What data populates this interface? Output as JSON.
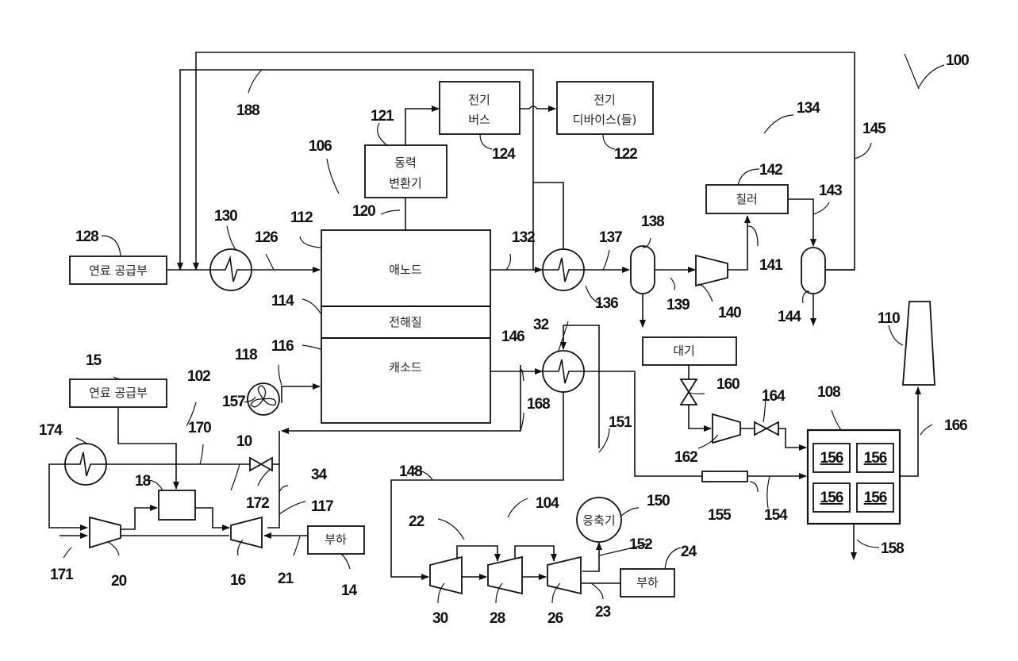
{
  "figure_number": "100",
  "labels": {
    "fuel_supply_main": "연료 공급부",
    "fuel_supply_gt": "연료 공급부",
    "anode": "애노드",
    "electrolyte": "전해질",
    "cathode": "캐소드",
    "power_converter_1": "동력",
    "power_converter_2": "변환기",
    "electric_bus_1": "전기",
    "electric_bus_2": "버스",
    "electric_devices_1": "전기",
    "electric_devices_2": "디바이스(들)",
    "chiller": "칠러",
    "atmosphere": "대기",
    "load_gt": "부하",
    "load_st": "부하",
    "condenser": "응축기",
    "module": "156"
  },
  "refs": {
    "r100": "100",
    "r188": "188",
    "r121": "121",
    "r124": "124",
    "r122": "122",
    "r106": "106",
    "r134": "134",
    "r145": "145",
    "r142": "142",
    "r143": "143",
    "r128": "128",
    "r130": "130",
    "r126": "126",
    "r112": "112",
    "r120": "120",
    "r132": "132",
    "r137": "137",
    "r138": "138",
    "r136": "136",
    "r139": "139",
    "r140": "140",
    "r141": "141",
    "r144": "144",
    "r110": "110",
    "r114": "114",
    "r116": "116",
    "r118": "118",
    "r15": "15",
    "r102": "102",
    "r157": "157",
    "r146": "146",
    "r32": "32",
    "r160": "160",
    "r164": "164",
    "r108": "108",
    "r166": "166",
    "r174": "174",
    "r170": "170",
    "r10": "10",
    "r168": "168",
    "r151": "151",
    "r162": "162",
    "r18": "18",
    "r172": "172",
    "r34": "34",
    "r117": "117",
    "r148": "148",
    "r155": "155",
    "r154": "154",
    "r150": "150",
    "r104": "104",
    "r22": "22",
    "r152": "152",
    "r24": "24",
    "r171": "171",
    "r20": "20",
    "r16": "16",
    "r21": "21",
    "r14": "14",
    "r30": "30",
    "r28": "28",
    "r26": "26",
    "r23": "23",
    "r158": "158"
  }
}
